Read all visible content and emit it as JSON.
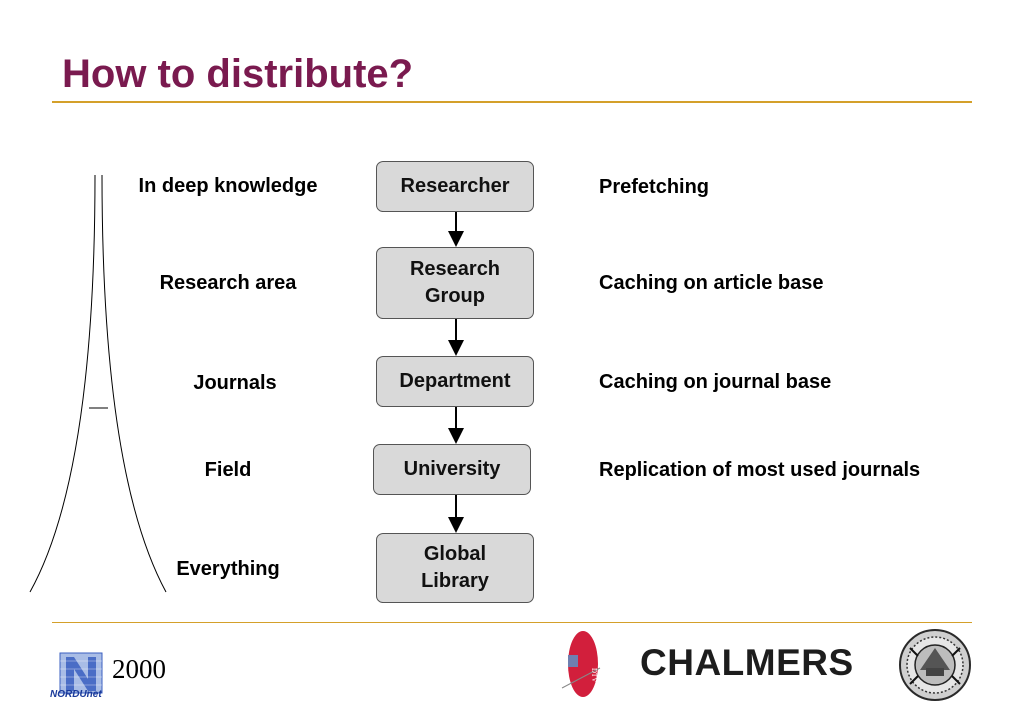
{
  "slide": {
    "title": "How to distribute?"
  },
  "levels_left": [
    {
      "label": "In deep knowledge"
    },
    {
      "label": "Research area"
    },
    {
      "label": "Journals"
    },
    {
      "label": "Field"
    },
    {
      "label": "Everything"
    }
  ],
  "hierarchy": [
    {
      "label": "Researcher"
    },
    {
      "label": "Research\nGroup"
    },
    {
      "label": "Department"
    },
    {
      "label": "University"
    },
    {
      "label": "Global\nLibrary"
    }
  ],
  "strategies_right": [
    {
      "label": "Prefetching"
    },
    {
      "label": "Caching on article base"
    },
    {
      "label": "Caching on journal base"
    },
    {
      "label": "Replication of most used journals"
    }
  ],
  "footer": {
    "year": "2000",
    "nordunet_label": "NORDUnet",
    "dtu_label": "DTV",
    "chalmers_label": "CHALMERS"
  },
  "colors": {
    "title": "#7a1a4f",
    "rule": "#d4a02a",
    "box_fill": "#d9d9d9",
    "box_border": "#555555",
    "dtu_red": "#d21f3c",
    "nordunet_blue": "#3a5fc0"
  },
  "icons": [
    "peak-curve-icon",
    "nordunet-logo-icon",
    "dtu-logo-icon",
    "chalmers-seal-icon"
  ]
}
